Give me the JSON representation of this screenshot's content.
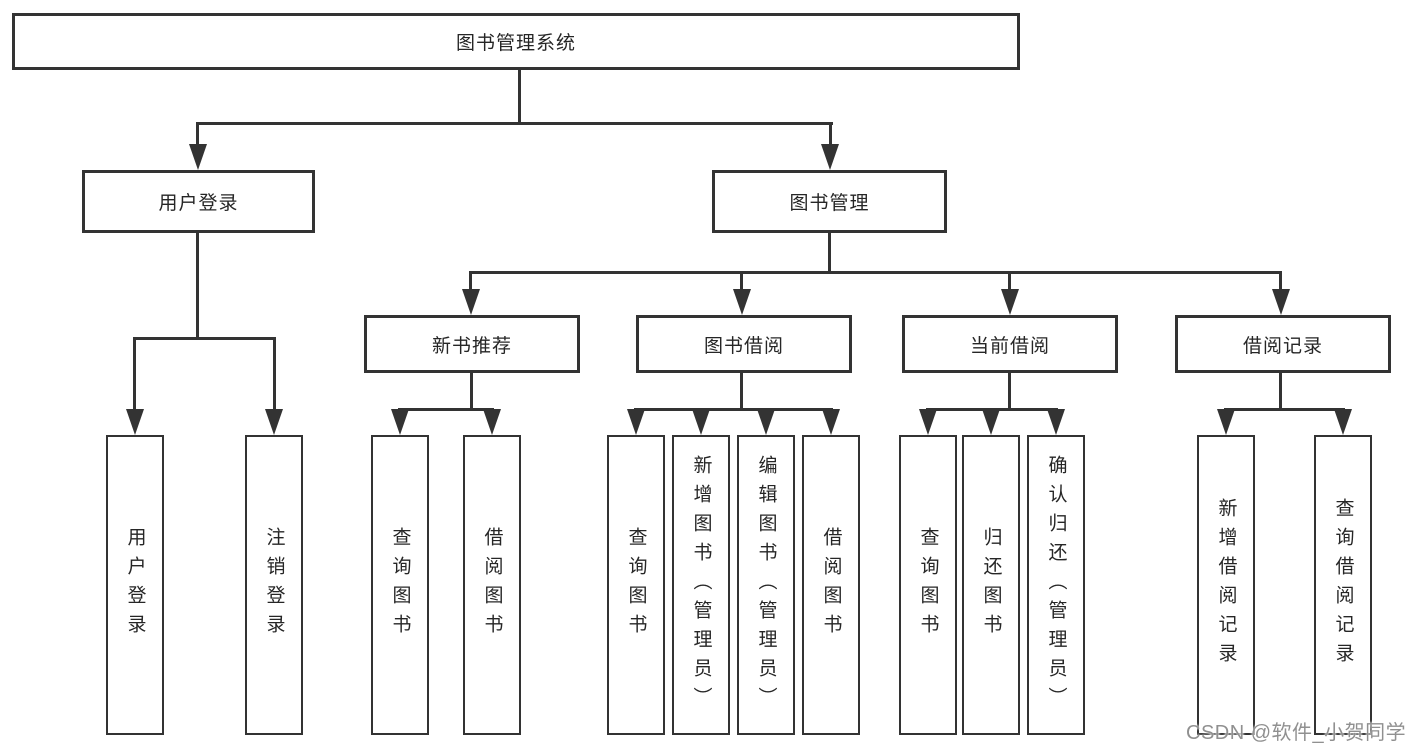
{
  "diagram": {
    "root": {
      "label": "图书管理系统"
    },
    "level2": [
      {
        "label": "用户登录"
      },
      {
        "label": "图书管理"
      }
    ],
    "level3": [
      {
        "label": "新书推荐"
      },
      {
        "label": "图书借阅"
      },
      {
        "label": "当前借阅"
      },
      {
        "label": "借阅记录"
      }
    ],
    "leaves": {
      "user_login": [
        {
          "label": "用户登录"
        },
        {
          "label": "注销登录"
        }
      ],
      "new_book_recommend": [
        {
          "label": "查询图书"
        },
        {
          "label": "借阅图书"
        }
      ],
      "book_borrow": [
        {
          "label": "查询图书"
        },
        {
          "label": "新增图书（管理员）"
        },
        {
          "label": "编辑图书（管理员）"
        },
        {
          "label": "借阅图书"
        }
      ],
      "current_borrow": [
        {
          "label": "查询图书"
        },
        {
          "label": "归还图书"
        },
        {
          "label": "确认归还（管理员）"
        }
      ],
      "borrow_records": [
        {
          "label": "新增借阅记录"
        },
        {
          "label": "查询借阅记录"
        }
      ]
    },
    "watermark": "CSDN @软件_小贺同学",
    "colors": {
      "line": "#333333",
      "text": "#262626",
      "watermark": "#909090",
      "background": "#ffffff"
    }
  }
}
